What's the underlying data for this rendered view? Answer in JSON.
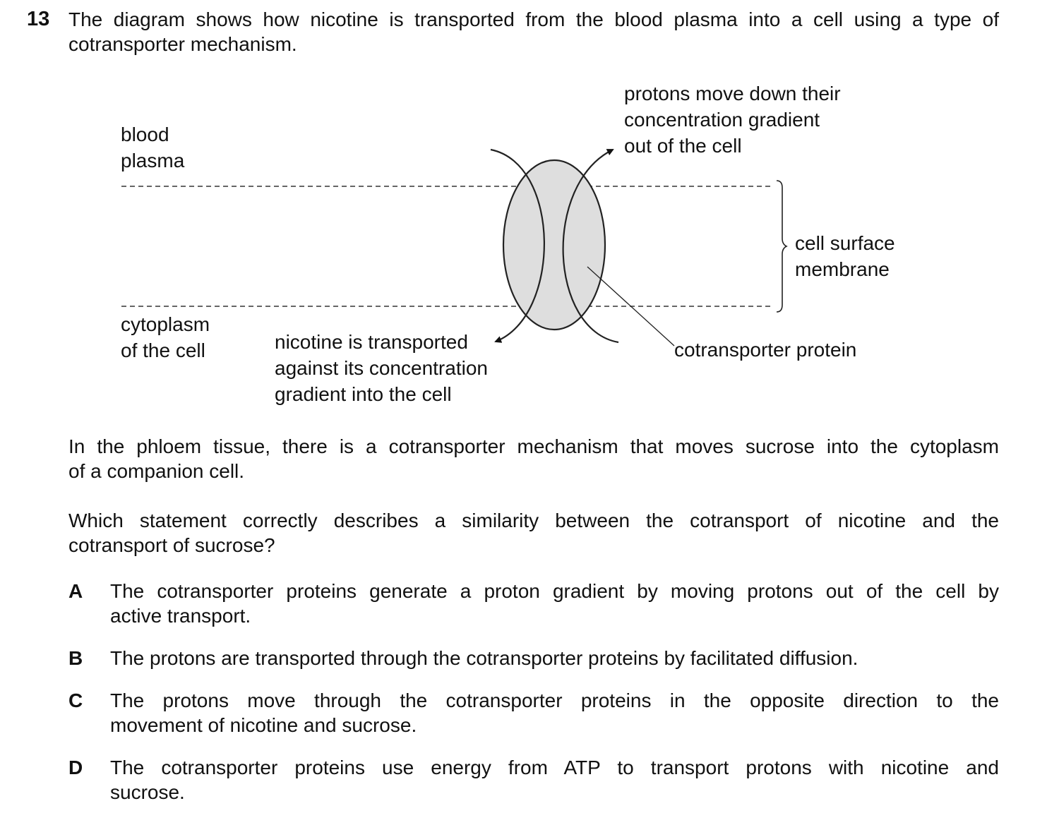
{
  "question": {
    "number": "13",
    "intro_lines": [
      "The diagram shows how nicotine is transported from the blood plasma into a cell using a type of",
      "cotransporter mechanism."
    ]
  },
  "diagram": {
    "label_blood_plasma": [
      "blood",
      "plasma"
    ],
    "label_cytoplasm": [
      "cytoplasm",
      "of the cell"
    ],
    "label_protons": [
      "protons move down their",
      "concentration gradient",
      "out of the cell"
    ],
    "label_membrane": [
      "cell surface",
      "membrane"
    ],
    "label_nicotine": [
      "nicotine is transported",
      "against its concentration",
      "gradient into the cell"
    ],
    "label_protein": "cotransporter protein"
  },
  "context_lines": [
    "In the phloem tissue, there is a cotransporter mechanism that moves sucrose into the cytoplasm",
    "of a companion cell."
  ],
  "question_lines": [
    "Which statement correctly describes a similarity between the cotransport of nicotine and the",
    "cotransport of sucrose?"
  ],
  "options": [
    {
      "letter": "A",
      "lines": [
        "The cotransporter proteins generate a proton gradient by moving protons out of the cell by",
        "active transport."
      ]
    },
    {
      "letter": "B",
      "lines": [
        "The protons are transported through the cotransporter proteins by facilitated diffusion."
      ]
    },
    {
      "letter": "C",
      "lines": [
        "The protons move through the cotransporter proteins in the opposite direction to the",
        "movement of nicotine and sucrose."
      ]
    },
    {
      "letter": "D",
      "lines": [
        "The cotransporter proteins use energy from ATP to transport protons with nicotine and",
        "sucrose."
      ]
    }
  ],
  "colors": {
    "text": "#111111",
    "protein_fill": "#dedede",
    "lines": "#222222"
  }
}
